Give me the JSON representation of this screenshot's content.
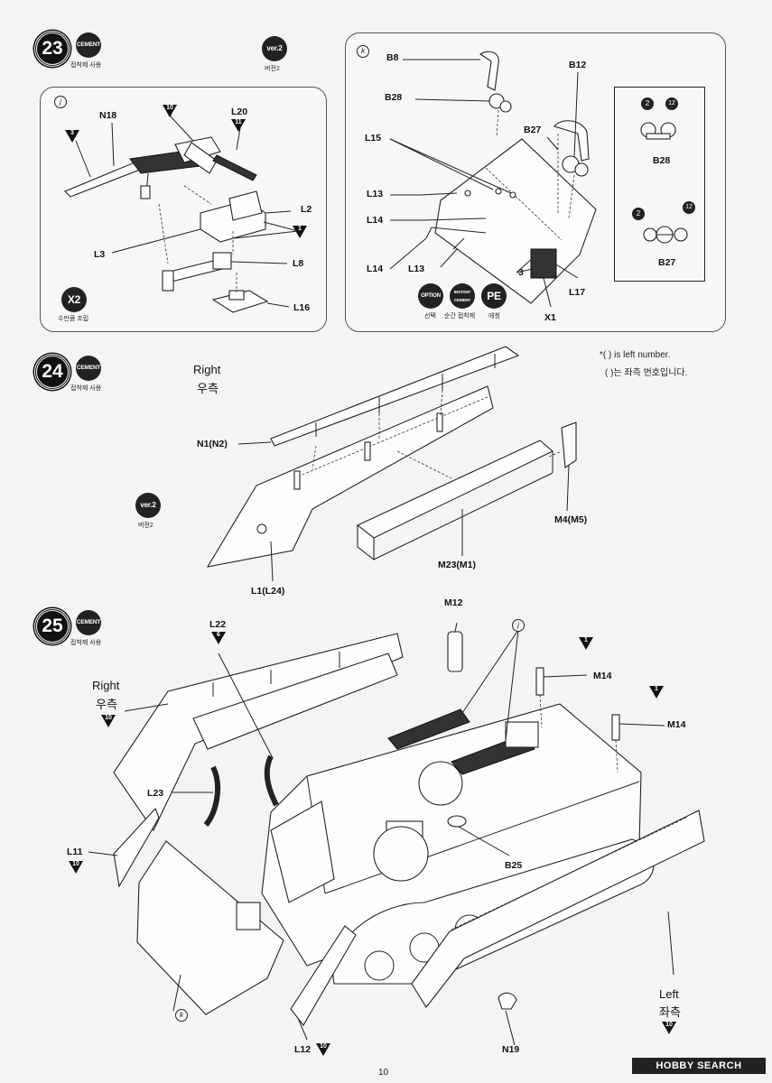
{
  "step23": {
    "number": "23",
    "cement": {
      "badge": "CEMENT",
      "caption": "접착제 사용"
    },
    "version": {
      "badge": "ver.2",
      "caption": "버전2"
    },
    "sub_j": {
      "marker": "j",
      "labels": {
        "n18": "N18",
        "l20": "L20",
        "l2": "L2",
        "l3": "L3",
        "l8": "L8",
        "l16": "L16"
      },
      "tri_values": {
        "t3": "3",
        "t10": "10",
        "t11": "11",
        "t1": "1"
      },
      "x2": {
        "badge": "X2",
        "caption": "수만큼 조립"
      }
    },
    "sub_k": {
      "marker": "k",
      "labels": {
        "b8": "B8",
        "b28": "B28",
        "l15": "L15",
        "b27": "B27",
        "b12": "B12",
        "l13a": "L13",
        "l14a": "L14",
        "l14b": "L14",
        "l13b": "L13",
        "n3": "3",
        "l17": "L17",
        "x1": "X1"
      },
      "badges": [
        {
          "text": "OPTION",
          "caption": "선택"
        },
        {
          "text": "INSTANT CEMENT",
          "caption": "순간 접착제"
        },
        {
          "text": "PE",
          "caption": "에칭"
        }
      ],
      "inset": {
        "b28": "B28",
        "b27": "B27",
        "c2a": "2",
        "c12a": "12",
        "c2b": "2",
        "c12b": "12"
      }
    }
  },
  "step24": {
    "number": "24",
    "cement": {
      "badge": "CEMENT",
      "caption": "접착제 사용"
    },
    "version": {
      "badge": "ver.2",
      "caption": "버전2"
    },
    "right_en": "Right",
    "right_ko": "우측",
    "note_en": "*(    ) is left number.",
    "note_ko": "(    )는 좌측 번호입니다.",
    "labels": {
      "n1": "N1(N2)",
      "m4": "M4(M5)",
      "m23": "M23(M1)",
      "l1": "L1(L24)"
    }
  },
  "step25": {
    "number": "25",
    "cement": {
      "badge": "CEMENT",
      "caption": "접착제 사용"
    },
    "right_en": "Right",
    "right_ko": "우측",
    "left_en": "Left",
    "left_ko": "좌측",
    "labels": {
      "l22": "L22",
      "m12": "M12",
      "j": "j",
      "m14a": "M14",
      "m14b": "M14",
      "l23": "L23",
      "l11": "L11",
      "b25": "B25",
      "k": "k",
      "l12": "L12",
      "n19": "N19"
    },
    "tri_values": {
      "t6": "6",
      "t10": "10",
      "t1": "1"
    }
  },
  "footer": {
    "page": "10",
    "watermark": "HOBBY SEARCH"
  }
}
